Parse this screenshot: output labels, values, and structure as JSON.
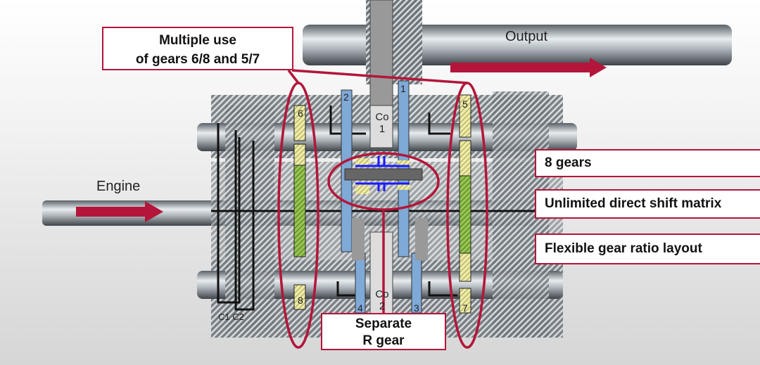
{
  "labels": {
    "engine": "Engine",
    "output": "Output",
    "clutches": "C1 C2",
    "multiple_use": [
      "Multiple use",
      "of gears 6/8 and 5/7"
    ],
    "separate_r": [
      "Separate",
      "R gear"
    ],
    "features": [
      "8 gears",
      "Unlimited direct shift matrix",
      "Flexible gear ratio layout"
    ]
  },
  "gear_numbers": {
    "g1": "1",
    "g2": "2",
    "g3": "3",
    "g4": "4",
    "g5": "5",
    "g6": "6",
    "g7": "7",
    "g8": "8",
    "co1": [
      "Co",
      "1"
    ],
    "co2": [
      "Co",
      "2"
    ]
  },
  "colors": {
    "accent": "#b3163a",
    "blue_gear": "#7fa9d6",
    "yellow_gear": "#e8e49a",
    "green_gear": "#8fbf4a",
    "gray_gear": "#9a9a9a"
  }
}
